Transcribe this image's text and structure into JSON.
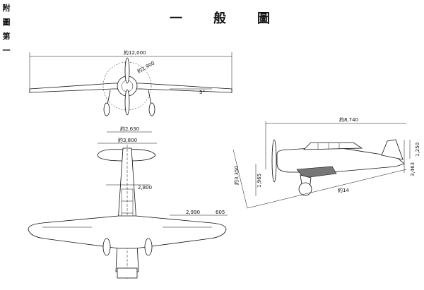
{
  "side_label": [
    "附",
    "圖",
    "第",
    "一"
  ],
  "title": "一般圖",
  "front_view": {
    "span_label": "約12,000",
    "prop_label": "約2,900",
    "dihedral_label": "5°",
    "track_label": "約2,630"
  },
  "top_view": {
    "span_label": "約3,800",
    "fuselage_label": "2,800",
    "wing_chord_label": "2,990",
    "tip_label": "605"
  },
  "side_view": {
    "length_label": "約8,740",
    "height_label_1": "1,250",
    "height_label_2": "3,463",
    "diag_label": "約3,350",
    "gear_label": "1,965",
    "angle_label": "約14"
  },
  "colors": {
    "line": "#111111",
    "background": "#ffffff"
  }
}
